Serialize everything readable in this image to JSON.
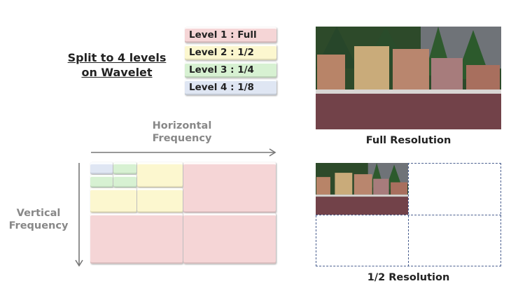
{
  "title": {
    "line1": "Split to 4 levels",
    "line2": "on Wavelet"
  },
  "levels": [
    {
      "label": "Level 1 : Full",
      "color": "#f5d5d6"
    },
    {
      "label": "Level 2 : 1/2",
      "color": "#fcf7cf"
    },
    {
      "label": "Level 3 : 1/4",
      "color": "#d7f1d2"
    },
    {
      "label": "Level 4 : 1/8",
      "color": "#dfe6f3"
    }
  ],
  "axes": {
    "horizontal": {
      "line1": "Horizontal",
      "line2": "Frequency"
    },
    "vertical": {
      "line1": "Vertical",
      "line2": "Frequency"
    }
  },
  "subbands": [
    {
      "level": 4,
      "col": 0,
      "row": 0,
      "size": 0.125
    },
    {
      "level": 3,
      "col": 1,
      "row": 0,
      "size": 0.125
    },
    {
      "level": 3,
      "col": 0,
      "row": 1,
      "size": 0.125
    },
    {
      "level": 3,
      "col": 1,
      "row": 1,
      "size": 0.125
    },
    {
      "level": 2,
      "col": 1,
      "row": 0,
      "size": 0.25
    },
    {
      "level": 2,
      "col": 0,
      "row": 1,
      "size": 0.25
    },
    {
      "level": 2,
      "col": 1,
      "row": 1,
      "size": 0.25
    },
    {
      "level": 1,
      "col": 1,
      "row": 0,
      "size": 0.5
    },
    {
      "level": 1,
      "col": 0,
      "row": 1,
      "size": 0.5
    },
    {
      "level": 1,
      "col": 1,
      "row": 1,
      "size": 0.5
    }
  ],
  "images": {
    "full_caption": "Full Resolution",
    "half_caption": "1/2 Resolution"
  },
  "colors": {
    "dashed_border": "#4a5f8f",
    "axis_gray": "#888888"
  }
}
